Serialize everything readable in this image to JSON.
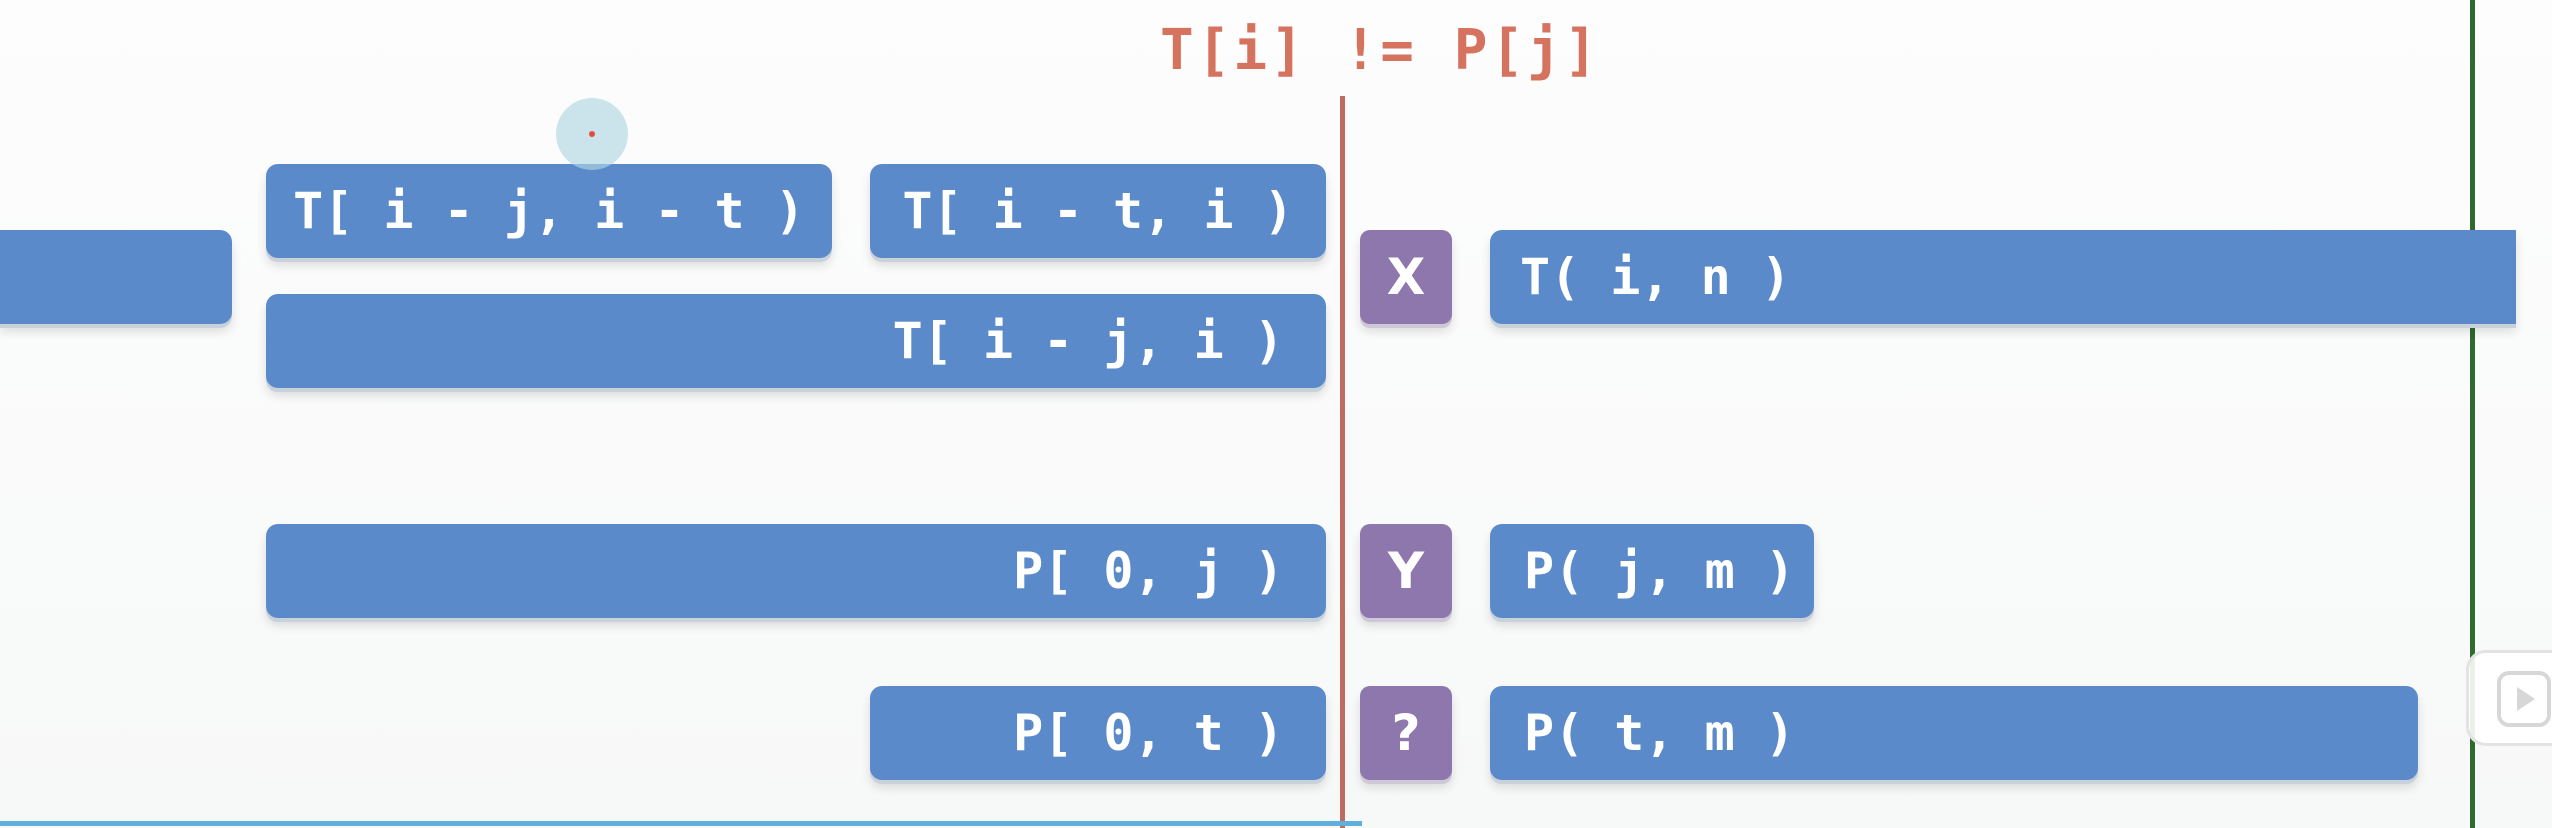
{
  "header": {
    "condition": "T[i] != P[j]"
  },
  "blocks": {
    "t_left_offscreen": "",
    "t_i_minus_j_to_i_minus_t": "T[ i - j, i - t )",
    "t_i_minus_t_to_i": "T[ i - t, i )",
    "t_i_minus_j_to_i": "T[ i - j, i )",
    "t_i_to_n": "T( i, n )",
    "p_0_to_j": "P[ 0, j )",
    "p_j_to_m": "P( j, m )",
    "p_0_to_t": "P[ 0, t )",
    "p_t_to_m": "P( t, m )"
  },
  "badges": {
    "x": "X",
    "y": "Y",
    "unknown": "?"
  },
  "colors": {
    "block_blue": "#5a8ac9",
    "badge_purple": "#8e77ad",
    "header_red": "#d5735f",
    "divider_red": "#bd6c5f",
    "divider_green": "#2f6a2f",
    "progress_blue": "#5fb0dc"
  },
  "icons": {
    "cursor": "cursor-highlight-icon",
    "play": "play-icon"
  }
}
